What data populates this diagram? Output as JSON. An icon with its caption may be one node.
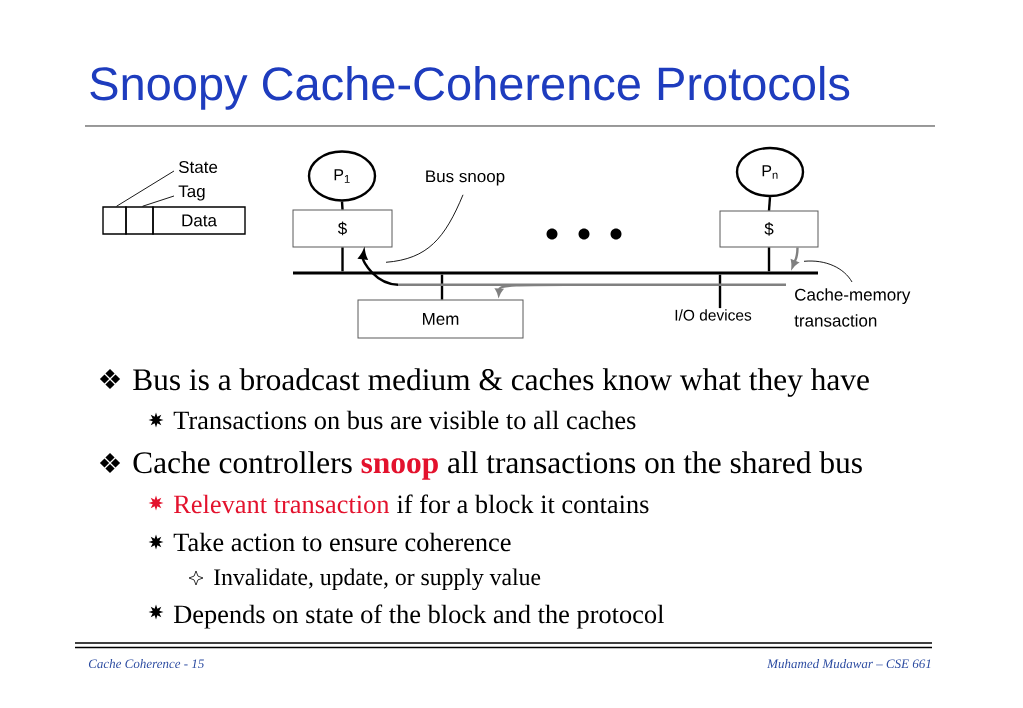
{
  "diagram": {
    "title": "Snoopy Cache-Coherence Protocols",
    "nodes": [
      {
        "text": [
          "State"
        ]
      },
      {
        "text": [
          "Tag"
        ]
      },
      {
        "text": [],
        "shape": "box"
      },
      {
        "text": [],
        "shape": "box"
      },
      {
        "text": [
          "Data"
        ]
      },
      {
        "text": [
          "P$_{1}$"
        ]
      },
      {
        "text": [
          "Bus snoop"
        ]
      },
      {
        "text": [
          "P$_{n}$"
        ]
      },
      {
        "text": [
          "$"
        ]
      },
      {
        "text": [
          "$"
        ]
      },
      {
        "text": [],
        "shape": "bar"
      },
      {
        "text": [
          "Mem"
        ]
      },
      {
        "text": [
          "I/O devices"
        ]
      },
      {
        "text": [
          "Cache-memory transaction"
        ]
      }
    ],
    "edges": [
      {
        "from": 0,
        "to": 2,
        "arrow": "none"
      },
      {
        "from": 1,
        "to": 3,
        "arrow": "none"
      },
      {
        "from": 5,
        "to": 8,
        "arrow": "none"
      },
      {
        "from": 7,
        "to": 9,
        "arrow": "none"
      },
      {
        "from": 8,
        "to": 10,
        "arrow": "none"
      },
      {
        "from": 9,
        "to": 10,
        "arrow": "none"
      },
      {
        "from": 10,
        "to": 11,
        "arrow": "none"
      },
      {
        "from": 10,
        "to": 12,
        "arrow": "none"
      },
      {
        "from": 9,
        "to": 10,
        "arrow": "to",
        "color": "#808080"
      },
      {
        "from": 10,
        "to": 11,
        "arrow": "to",
        "color": "#808080"
      },
      {
        "from": 10,
        "to": 8,
        "arrow": "to"
      },
      {
        "from": 6,
        "to": 10,
        "arrow": "none"
      },
      {
        "from": 13,
        "to": 10,
        "arrow": "none"
      }
    ],
    "labels": [
      "Bus is a broadcast medium & caches know what they have",
      "Transactions on bus are visible to all caches",
      "Cache controllers **snoop** all transactions on the shared bus",
      "Relevant transaction",
      "if for a block it contains",
      "Take action to ensure coherence",
      "Invalidate, update, or supply value",
      "Depends on state of the block and the protocol",
      "Cache Coherence - 15",
      "Muhamed Mudawar – CSE 661"
    ]
  }
}
